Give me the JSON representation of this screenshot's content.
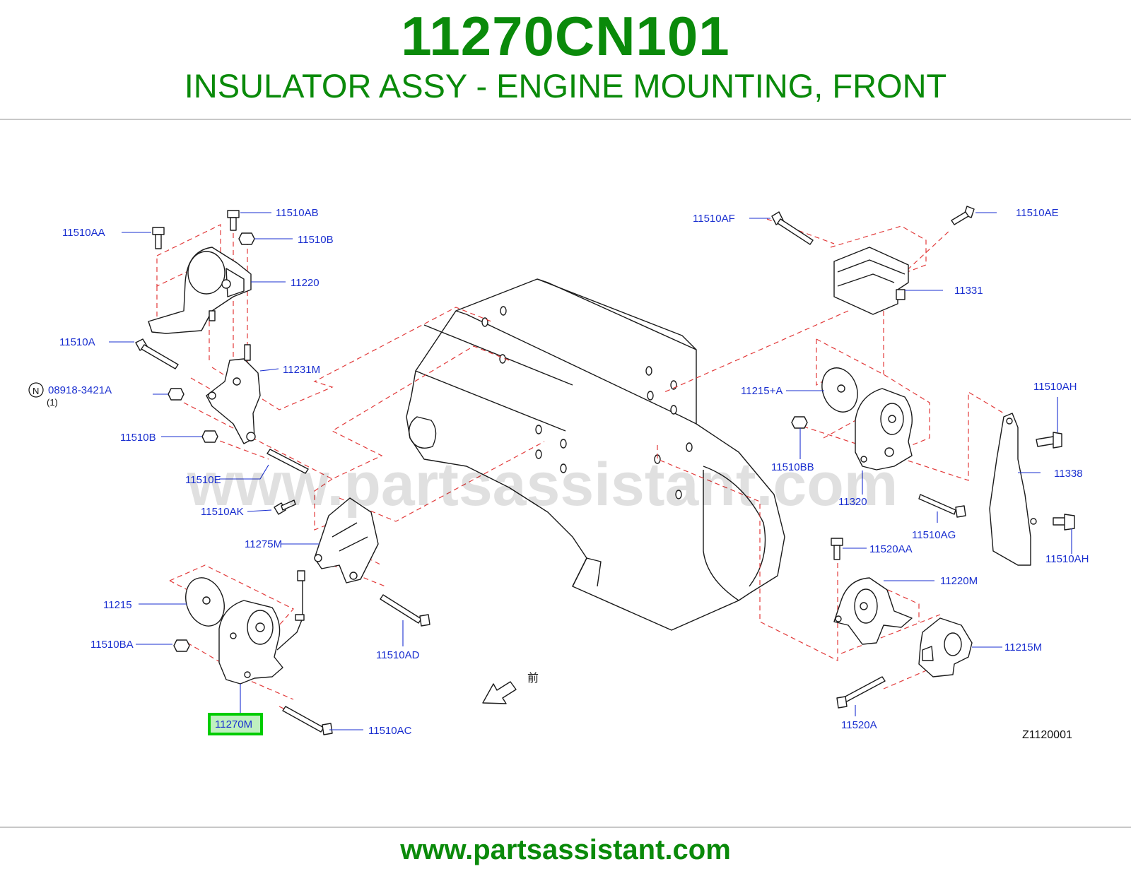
{
  "header": {
    "part_number": "11270CN101",
    "part_name": "INSULATOR ASSY - ENGINE MOUNTING, FRONT"
  },
  "diagram": {
    "watermark": "www.partsassistant.com",
    "reference_code": "Z1120001",
    "front_glyph": "前",
    "highlight_color": "#00cc00",
    "label_color": "#1a2fd0",
    "dash_color": "#e23a3a",
    "callouts": {
      "p11510AA": "11510AA",
      "p11510AB": "11510AB",
      "p11510B_top": "11510B",
      "p11220": "11220",
      "p11510A": "11510A",
      "p11231M": "11231M",
      "p08918": "08918-3421A",
      "p08918_qty": "(1)",
      "p08918_badge": "N",
      "p11510B_mid": "11510B",
      "p11510E": "11510E",
      "p11510AK": "11510AK",
      "p11275M": "11275M",
      "p11215": "11215",
      "p11510BA": "11510BA",
      "p11270M": "11270M",
      "p11510AC": "11510AC",
      "p11510AD": "11510AD",
      "p11510AF": "11510AF",
      "p11510AE": "11510AE",
      "p11331": "11331",
      "p11215A": "11215+A",
      "p11510BB": "11510BB",
      "p11320": "11320",
      "p11510AH_top": "11510AH",
      "p11338": "11338",
      "p11510AG": "11510AG",
      "p11510AH_bot": "11510AH",
      "p11520AA": "11520AA",
      "p11220M": "11220M",
      "p11215M": "11215M",
      "p11520A": "11520A"
    }
  },
  "footer": {
    "url": "www.partsassistant.com"
  }
}
